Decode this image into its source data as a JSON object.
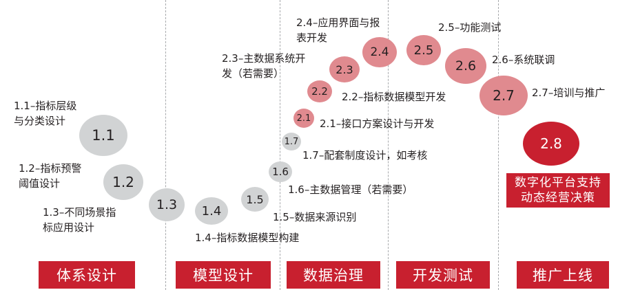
{
  "phases": [
    "体系设计",
    "模型设计",
    "数据治理",
    "开发测试",
    "推广上线"
  ],
  "nodes": {
    "n11": {
      "id": "1.1",
      "label_lines": [
        "1.1–指标层级",
        "与分类设计"
      ]
    },
    "n12": {
      "id": "1.2",
      "label_lines": [
        "1.2–指标预警",
        "阈值设计"
      ]
    },
    "n13": {
      "id": "1.3",
      "label_lines": [
        "1.3–不同场景指",
        "标应用设计"
      ]
    },
    "n14": {
      "id": "1.4",
      "label_lines": [
        "1.4–指标数据模型构建"
      ]
    },
    "n15": {
      "id": "1.5",
      "label_lines": [
        "1.5–数据来源识别"
      ]
    },
    "n16": {
      "id": "1.6",
      "label_lines": [
        "1.6–主数据管理（若需要）"
      ]
    },
    "n17": {
      "id": "1.7",
      "label_lines": [
        "1.7–配套制度设计，如考核"
      ]
    },
    "n21": {
      "id": "2.1",
      "label_lines": [
        "2.1–接口方案设计与开发"
      ]
    },
    "n22": {
      "id": "2.2",
      "label_lines": [
        "2.2–指标数据模型开发"
      ]
    },
    "n23": {
      "id": "2.3",
      "label_lines": [
        "2.3–主数据系统开",
        "发（若需要）"
      ]
    },
    "n24": {
      "id": "2.4",
      "label_lines": [
        "2.4–应用界面与报",
        "表开发"
      ]
    },
    "n25": {
      "id": "2.5",
      "label_lines": [
        "2.5–功能测试"
      ]
    },
    "n26": {
      "id": "2.6",
      "label_lines": [
        "2.6–系统联调"
      ]
    },
    "n27": {
      "id": "2.7",
      "label_lines": [
        "2.7–培训与推广"
      ]
    },
    "n28": {
      "id": "2.8"
    }
  },
  "goal_lines": [
    "数字化平台支持",
    "动态经营决策"
  ],
  "colors": {
    "red": "#c8202f",
    "pink": "#e08a8f",
    "grey": "#d1d3d4",
    "divider": "#a7a9ac"
  }
}
